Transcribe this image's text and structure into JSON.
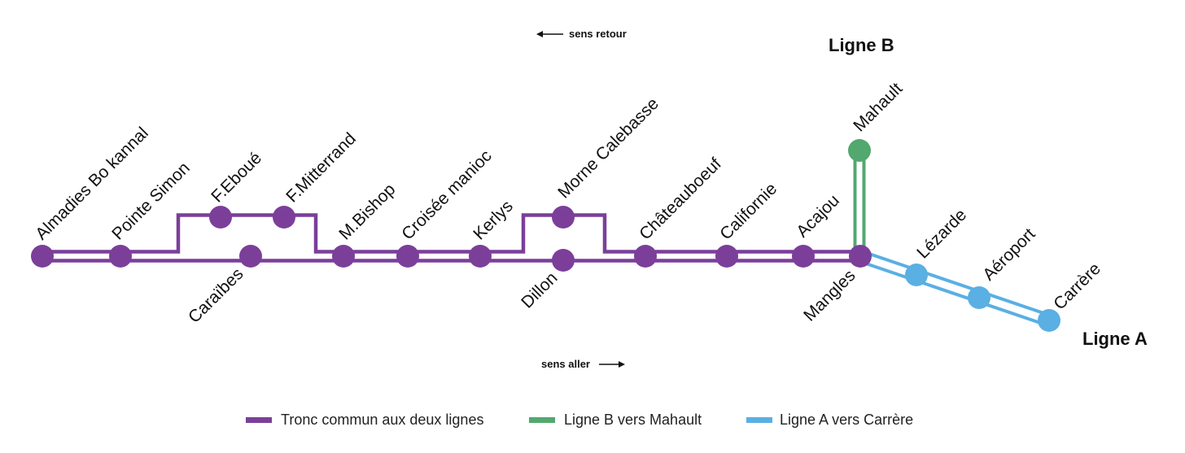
{
  "colors": {
    "trunk": "#7B3F9A",
    "line_b": "#52A86E",
    "line_a": "#5AAFE3"
  },
  "directions": {
    "retour": "sens retour",
    "aller": "sens aller"
  },
  "line_titles": {
    "b": "Ligne B",
    "a": "Ligne A"
  },
  "stations": {
    "almadies": "Almadies Bo kannal",
    "pointe_simon": "Pointe Simon",
    "feboue": "F.Eboué",
    "fmitterrand": "F.Mitterrand",
    "caraibes": "Caraïbes",
    "mbishop": "M.Bishop",
    "croisee_manioc": "Croisée manioc",
    "kerlys": "Kerlys",
    "morne_calebasse": "Morne Calebasse",
    "dillon": "Dillon",
    "chateauboeuf": "Châteauboeuf",
    "californie": "Californie",
    "acajou": "Acajou",
    "mangles": "Mangles",
    "mahault": "Mahault",
    "lezarde": "Lézarde",
    "aeroport": "Aéroport",
    "carrere": "Carrère"
  },
  "legend": [
    {
      "label": "Tronc commun aux deux lignes",
      "color": "#7B3F9A"
    },
    {
      "label": "Ligne B vers Mahault",
      "color": "#52A86E"
    },
    {
      "label": "Ligne A vers Carrère",
      "color": "#5AAFE3"
    }
  ]
}
